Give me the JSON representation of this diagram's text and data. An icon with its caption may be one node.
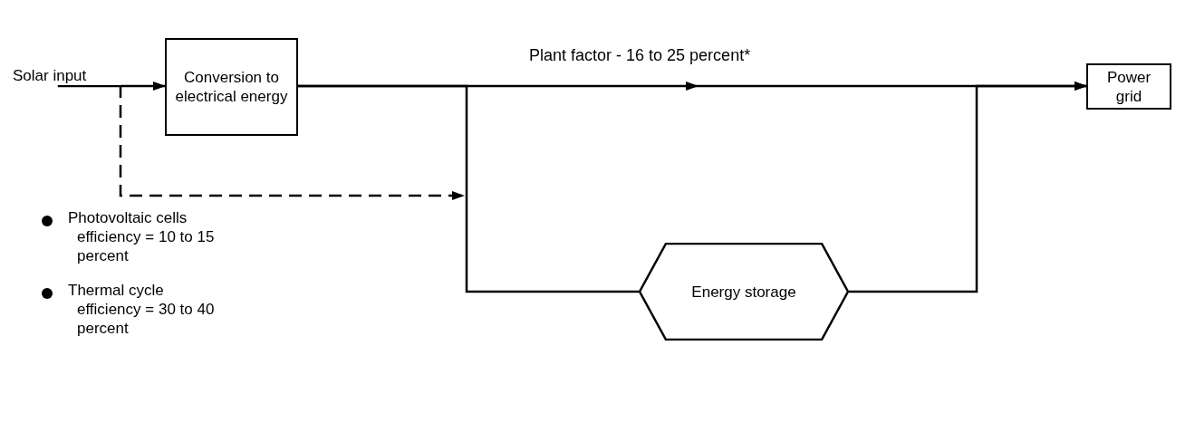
{
  "diagram": {
    "nodes": [
      {
        "text": [
          "Solar input"
        ]
      },
      {
        "text": [
          "Conversion to electrical energy"
        ]
      },
      {
        "text": [
          "Power grid"
        ]
      },
      {
        "text": [
          "Energy storage"
        ]
      }
    ],
    "edges": [
      {
        "from": 0,
        "to": 1,
        "arrow": "to"
      },
      {
        "from": 1,
        "to": 2,
        "arrow": "to",
        "label": "Plant factor - 16 to 25 percent*"
      },
      {
        "from": 1,
        "to": 3,
        "arrow": "none"
      },
      {
        "from": 3,
        "to": 2,
        "arrow": "to"
      },
      {
        "from": 0,
        "to": null,
        "arrow": "to",
        "style": "dashed"
      }
    ],
    "labels": [
      "Photovoltaic cells efficiency = 10 to 15 percent",
      "Thermal cycle efficiency = 30 to 40 percent"
    ]
  }
}
